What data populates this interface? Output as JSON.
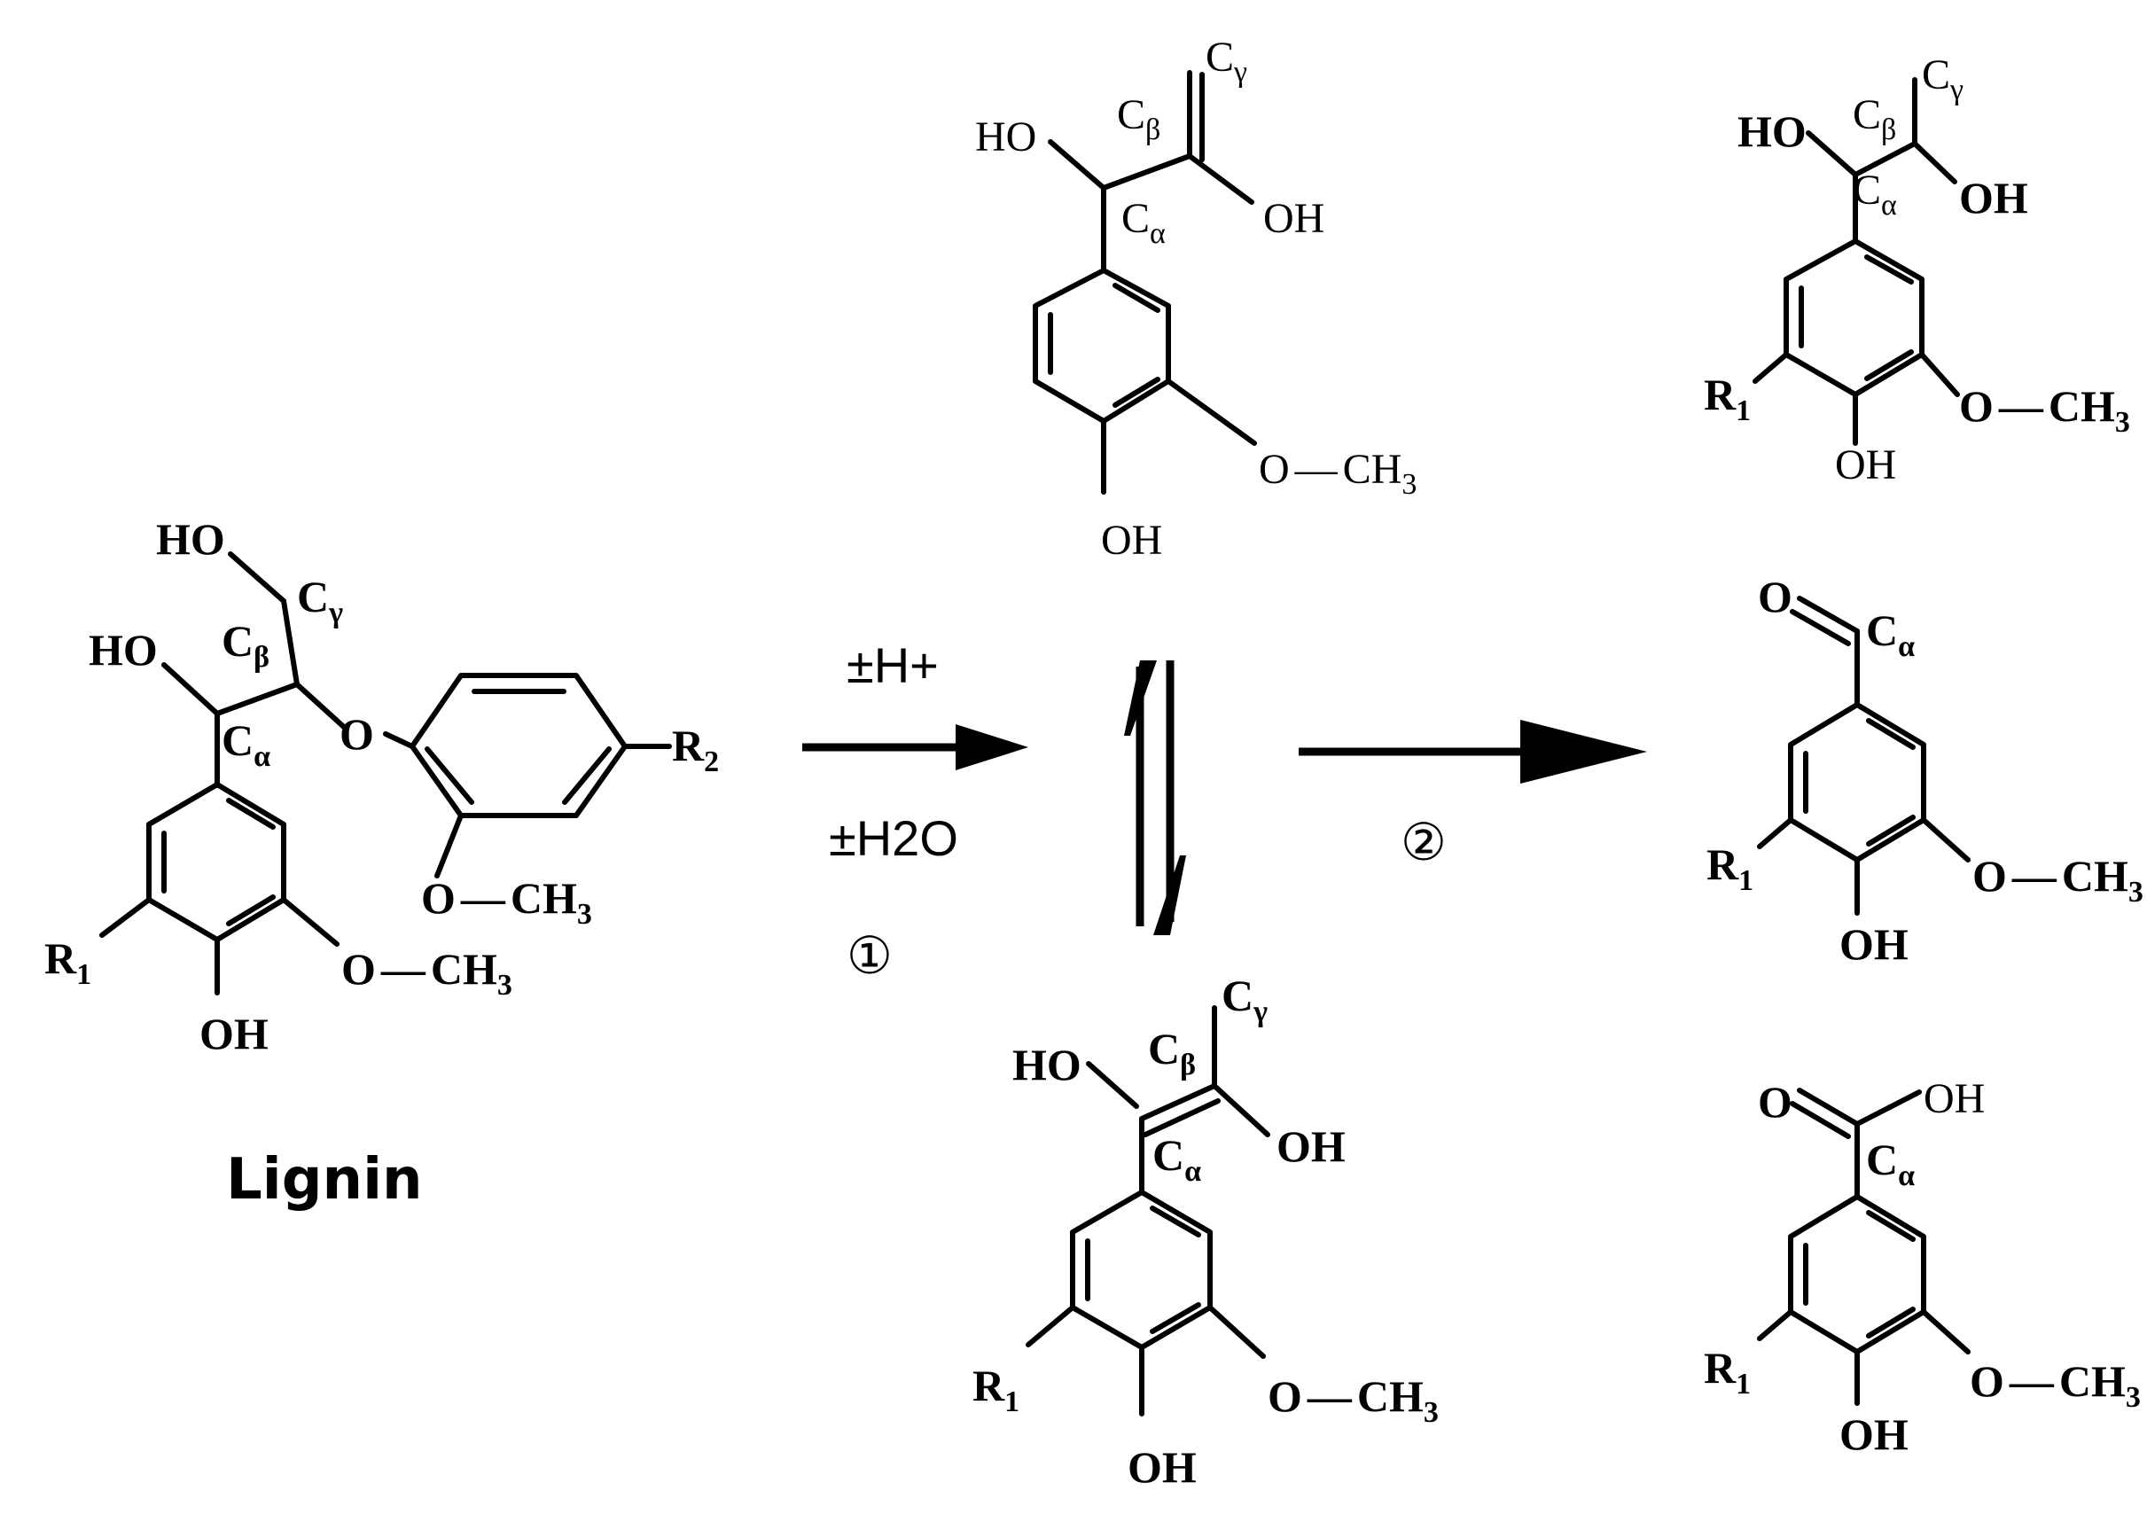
{
  "labels": {
    "ho": "HO",
    "oh": "OH",
    "o": "O",
    "o_ch3": "O",
    "dash": "—",
    "ch": "CH",
    "three": "3",
    "c": "C",
    "alpha": "α",
    "beta": "β",
    "gamma": "γ",
    "r": "R",
    "one": "1",
    "two": "2",
    "lignin": "Lignin"
  },
  "reagents": {
    "proton": "±H+",
    "water": "±H2O",
    "step1": "①",
    "step2": "②"
  }
}
